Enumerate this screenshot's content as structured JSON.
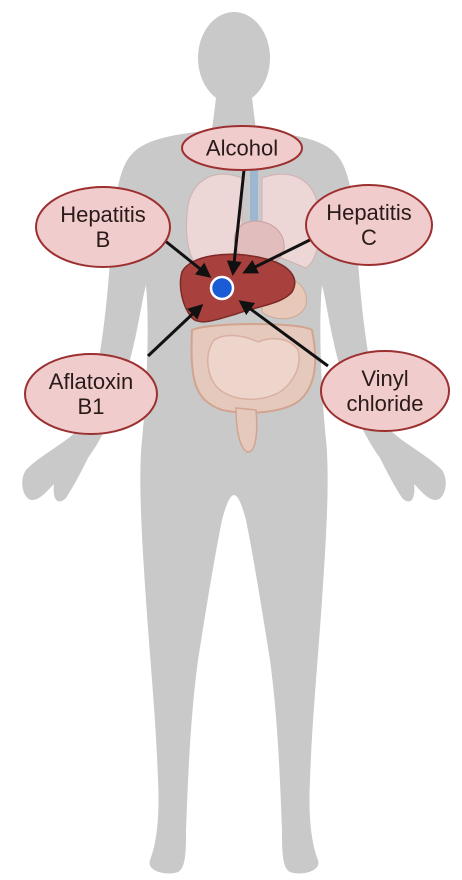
{
  "figure": {
    "colors": {
      "body": "#c9c9c9",
      "liver": "#a8403e",
      "tumor": "#1c5bd6",
      "bubble_fill": "#f0cccc",
      "bubble_stroke": "#9c2f2f",
      "arrow": "#111111"
    },
    "factors": [
      {
        "id": "alcohol",
        "lines": [
          "Alcohol"
        ]
      },
      {
        "id": "hepatitis-b",
        "lines": [
          "Hepatitis",
          "B"
        ]
      },
      {
        "id": "hepatitis-c",
        "lines": [
          "Hepatitis",
          "C"
        ]
      },
      {
        "id": "aflatoxin-b1",
        "lines": [
          "Aflatoxin",
          "B1"
        ]
      },
      {
        "id": "vinyl-chloride",
        "lines": [
          "Vinyl",
          "chloride"
        ]
      }
    ]
  }
}
